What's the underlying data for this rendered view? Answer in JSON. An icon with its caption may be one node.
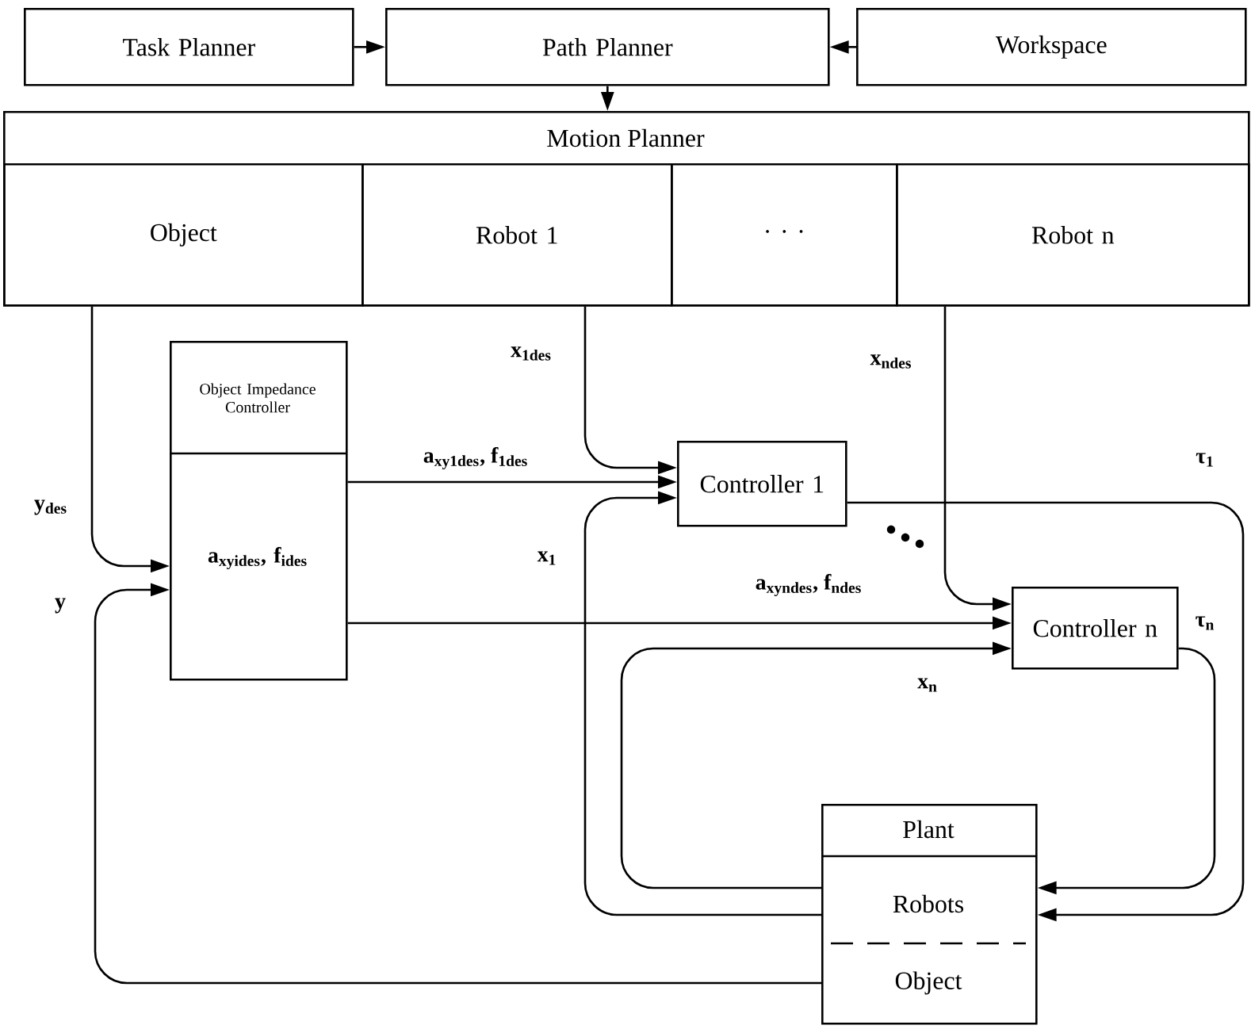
{
  "diagram": {
    "nodes": [
      {
        "text": [
          "Task Planner"
        ]
      },
      {
        "text": [
          "Path Planner"
        ]
      },
      {
        "text": [
          "Workspace"
        ]
      },
      {
        "text": [
          "Motion Planner"
        ]
      },
      {
        "text": [
          "Object"
        ],
        "in": 3
      },
      {
        "text": [
          "Robot 1"
        ],
        "in": 3
      },
      {
        "text": [
          "· · ·"
        ],
        "in": 3
      },
      {
        "text": [
          "Robot n"
        ],
        "in": 3
      },
      {
        "text": [
          "Object Impedance Controller",
          "a$_{xyides}$, f$_{ides}$"
        ]
      },
      {
        "text": [
          "Controller 1"
        ]
      },
      {
        "text": [
          "Controller n"
        ]
      },
      {
        "text": [
          "Plant",
          "Robots",
          "Object"
        ]
      }
    ],
    "edges": [
      {
        "from": 0,
        "to": 1,
        "arrow": "to"
      },
      {
        "from": 2,
        "to": 1,
        "arrow": "to"
      },
      {
        "from": 1,
        "to": 3,
        "arrow": "to"
      },
      {
        "from": 4,
        "to": 8,
        "arrow": "to",
        "label": "y$_{des}$"
      },
      {
        "from": 11,
        "to": 8,
        "arrow": "to",
        "label": "y"
      },
      {
        "from": 5,
        "to": 9,
        "arrow": "to",
        "label": "x$_{1des}$"
      },
      {
        "from": 8,
        "to": 9,
        "arrow": "to",
        "label": "a$_{xy1des}$, f$_{1des}$"
      },
      {
        "from": 11,
        "to": 9,
        "arrow": "to",
        "label": "x$_{1}$"
      },
      {
        "from": 7,
        "to": 10,
        "arrow": "to",
        "label": "x$_{ndes}$"
      },
      {
        "from": 8,
        "to": 10,
        "arrow": "to",
        "label": "a$_{xyndes}$, f$_{ndes}$"
      },
      {
        "from": 11,
        "to": 10,
        "arrow": "to",
        "label": "x$_{n}$"
      },
      {
        "from": 9,
        "to": 11,
        "arrow": "to",
        "label": "τ$_{1}$"
      },
      {
        "from": 10,
        "to": 11,
        "arrow": "to",
        "label": "τ$_{n}$"
      }
    ]
  }
}
